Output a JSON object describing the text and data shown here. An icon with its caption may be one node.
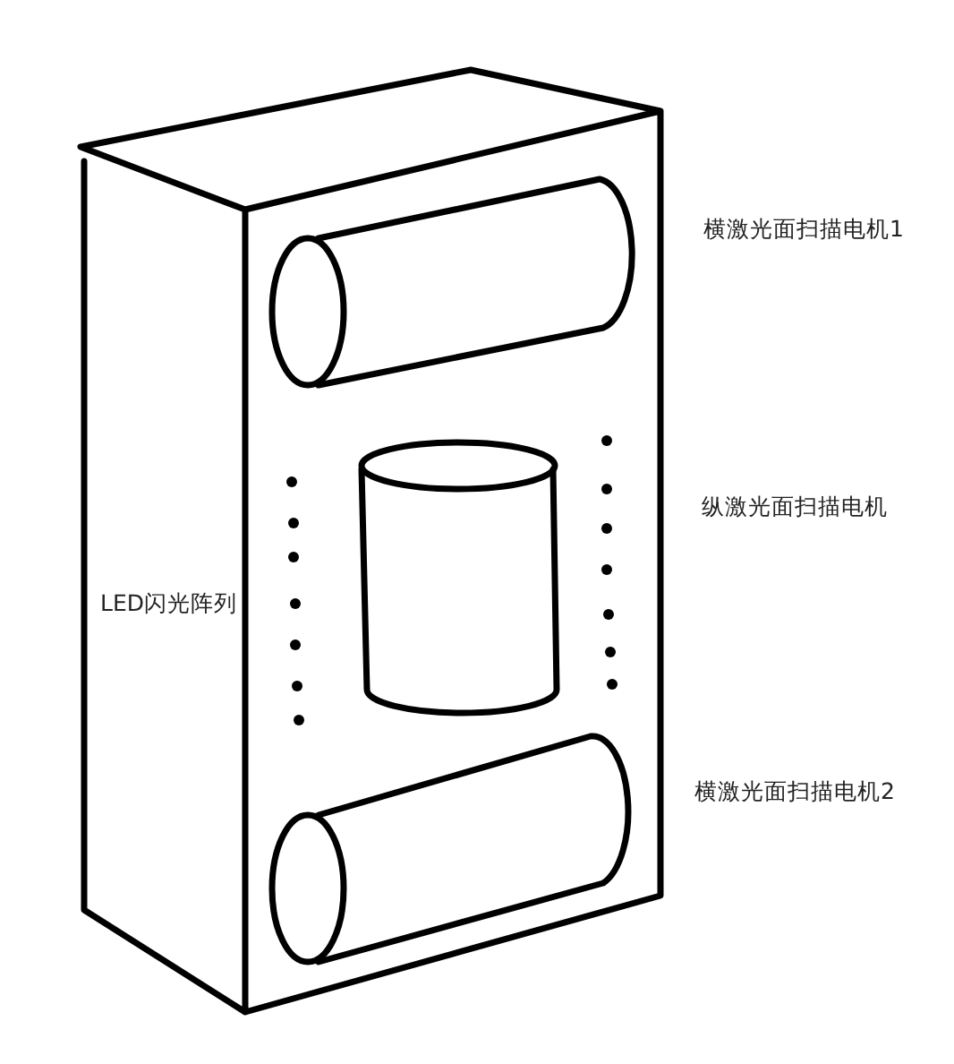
{
  "diagram": {
    "labels": [
      "横激光面扫描电机1",
      "纵激光面扫描电机",
      "LED闪光阵列",
      "横激光面扫描电机2"
    ]
  }
}
